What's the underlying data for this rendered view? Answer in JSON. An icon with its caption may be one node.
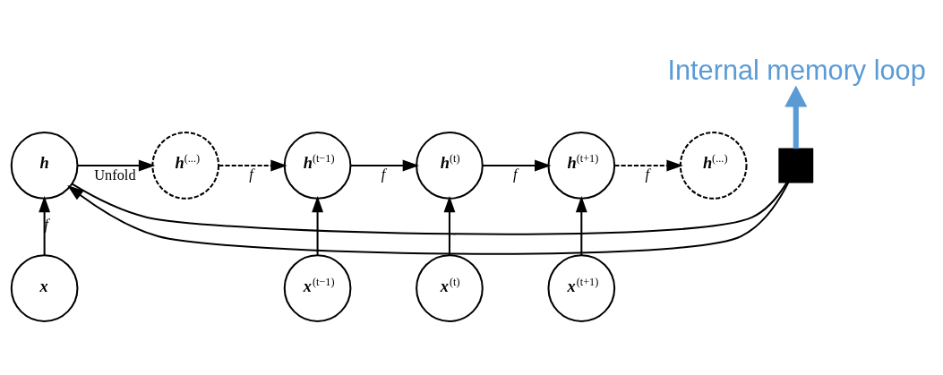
{
  "diagram": {
    "nodes": [
      {
        "text": [
          "**h**"
        ]
      },
      {
        "text": [],
        "shape": "box"
      },
      {
        "text": [
          "**x**"
        ]
      },
      {
        "text": [
          "**h**$^{(...)}$"
        ]
      },
      {
        "text": [
          "**h**$^{(t−1)}$"
        ]
      },
      {
        "text": [
          "**h**$^{(t)}$"
        ]
      },
      {
        "text": [
          "**h**$^{(t+1)}$"
        ]
      },
      {
        "text": [
          "**h**$^{(...)}$"
        ]
      },
      {
        "text": [
          "**x**$^{(t−1)}$"
        ]
      },
      {
        "text": [
          "**x**$^{(t)}$"
        ]
      },
      {
        "text": [
          "**x**$^{(t+1)}$"
        ]
      },
      {
        "text": [
          "Internal memory loop"
        ]
      }
    ],
    "edges": [
      {
        "from": 0,
        "to": 1,
        "arrow": "none"
      },
      {
        "from": 1,
        "to": 0,
        "arrow": "to"
      },
      {
        "from": 2,
        "to": 0,
        "arrow": "to",
        "label": "f"
      },
      {
        "from": 1,
        "to": 11,
        "arrow": "to",
        "style": "thick",
        "color": "#5b9bd5"
      },
      {
        "from": 0,
        "to": 3,
        "arrow": "to",
        "label": "Unfold"
      },
      {
        "from": 3,
        "to": 4,
        "arrow": "to",
        "style": "dashed",
        "label": "f"
      },
      {
        "from": 4,
        "to": 5,
        "arrow": "to",
        "label": "f"
      },
      {
        "from": 5,
        "to": 6,
        "arrow": "to",
        "label": "f"
      },
      {
        "from": 6,
        "to": 7,
        "arrow": "to",
        "style": "dashed",
        "label": "f"
      },
      {
        "from": 8,
        "to": 4,
        "arrow": "to"
      },
      {
        "from": 9,
        "to": 5,
        "arrow": "to"
      },
      {
        "from": 10,
        "to": 6,
        "arrow": "to"
      }
    ]
  }
}
